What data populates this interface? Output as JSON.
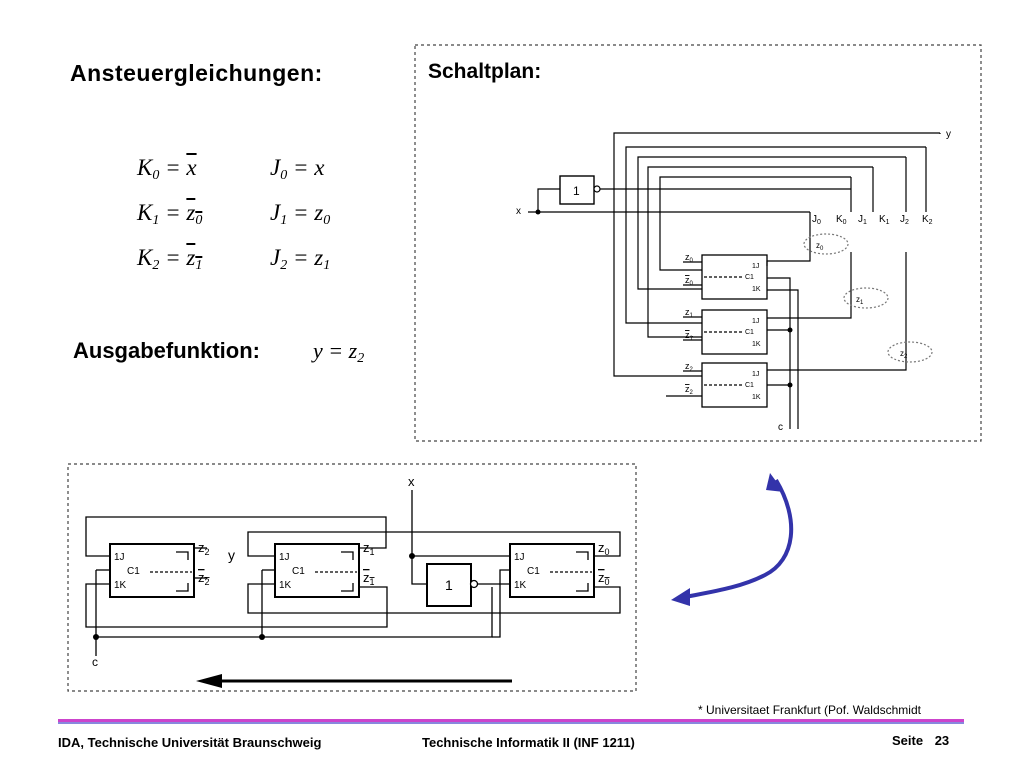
{
  "left": {
    "heading": "Ansteuergleichungen:",
    "equations": [
      {
        "k": "K",
        "ks": "0",
        "krhs": "x",
        "ksub": "",
        "j": "J",
        "js": "0",
        "jrhs": "x",
        "jsub": ""
      },
      {
        "k": "K",
        "ks": "1",
        "krhs": "z",
        "ksub": "0",
        "j": "J",
        "js": "1",
        "jrhs": "z",
        "jsub": "0"
      },
      {
        "k": "K",
        "ks": "2",
        "krhs": "z",
        "ksub": "1",
        "j": "J",
        "js": "2",
        "jrhs": "z",
        "jsub": "1"
      }
    ],
    "output_label": "Ausgabefunktion:",
    "output_eq": {
      "lhs": "y",
      "rhs": "z",
      "sub": "2"
    }
  },
  "schaltplan": {
    "title": "Schaltplan:",
    "labels": {
      "y": "y",
      "x": "x",
      "c": "c",
      "one": "1",
      "j0": "J",
      "k0": "K",
      "j1": "J",
      "k1": "K",
      "j2": "J",
      "k2": "K",
      "idx0": "0",
      "idx1": "1",
      "idx2": "2",
      "ff_1j": "1J",
      "ff_c1": "C1",
      "ff_1k": "1K",
      "z": "z"
    }
  },
  "bottom": {
    "labels": {
      "x": "x",
      "c": "c",
      "y": "y",
      "one": "1",
      "ff_1j": "1J",
      "ff_c1": "C1",
      "ff_1k": "1K",
      "z": "z",
      "idx0": "0",
      "idx1": "1",
      "idx2": "2"
    }
  },
  "footer": {
    "credit": "* Universitaet Frankfurt (Pof. Waldschmidt",
    "institution": "IDA, Technische Universität Braunschweig",
    "course": "Technische Informatik II (INF 1211)",
    "page_label": "Seite",
    "page_number": "23"
  },
  "colors": {
    "arrow": "#3333aa",
    "footer_line_magenta": "#cc44cc",
    "footer_line_violet": "#8888dd"
  }
}
